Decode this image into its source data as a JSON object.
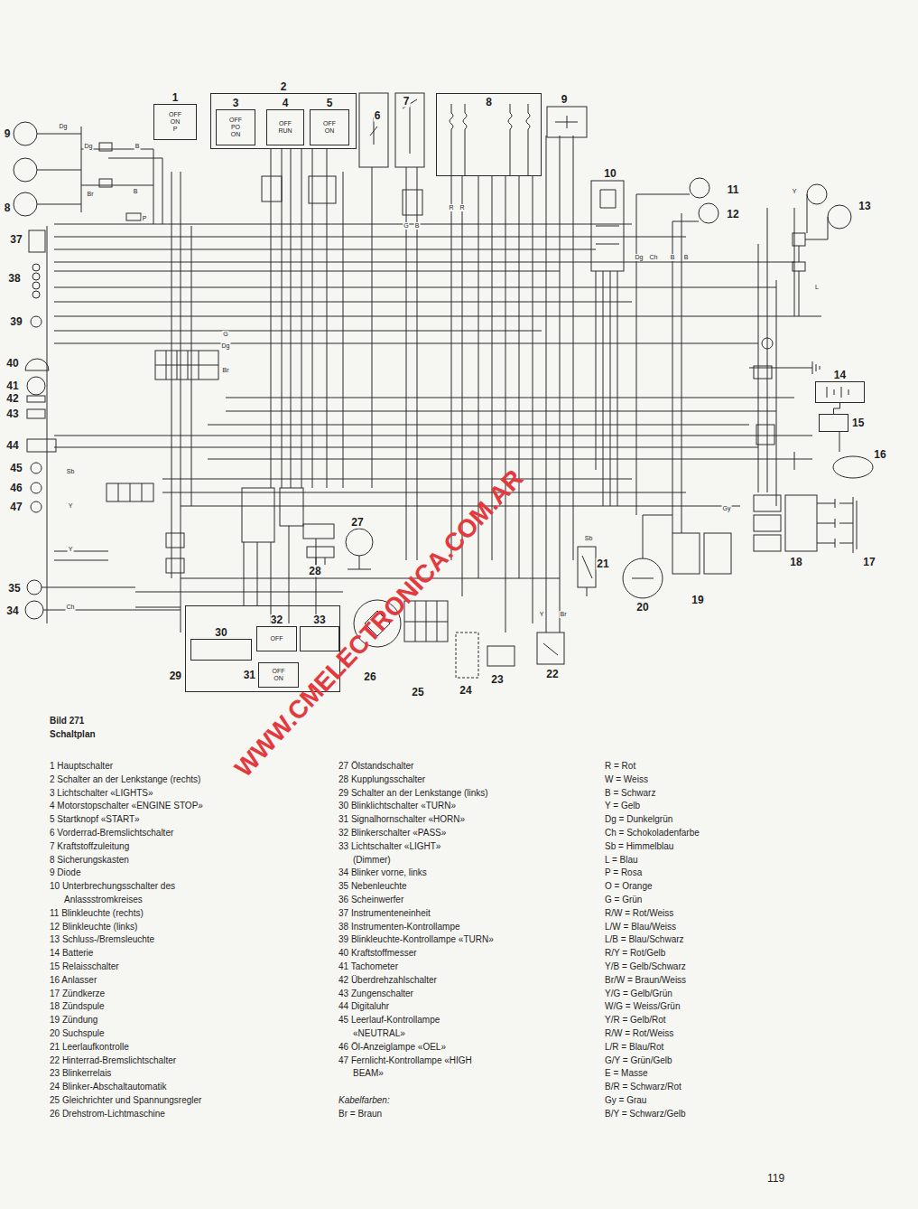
{
  "diagram": {
    "nodes": [
      {
        "text": [
          "1",
          "OFF",
          "ON",
          "P"
        ]
      },
      {
        "text": [
          "2"
        ]
      },
      {
        "text": [
          "3",
          "OFF",
          "PO",
          "ON"
        ],
        "in": 1
      },
      {
        "text": [
          "4",
          "OFF",
          "RUN"
        ],
        "in": 1
      },
      {
        "text": [
          "5",
          "OFF",
          "ON"
        ],
        "in": 1
      },
      {
        "text": [
          "8"
        ]
      },
      {
        "text": [
          "29"
        ]
      },
      {
        "text": [
          "30"
        ],
        "in": 6
      },
      {
        "text": [
          "31",
          "OFF",
          "ON"
        ],
        "in": 6
      },
      {
        "text": [
          "32",
          "OFF"
        ],
        "in": 6
      },
      {
        "text": [
          "33"
        ],
        "in": 6
      },
      {
        "text": [
          "14"
        ]
      },
      {
        "text": [
          "15"
        ]
      }
    ],
    "edges": [
      {
        "from": 11,
        "to": 12,
        "arrow": "none"
      }
    ],
    "labels": [
      "Bild 271",
      "Schaltplan",
      "1 Hauptschalter",
      "2 Schalter an der Lenkstange (rechts)",
      "3 Lichtschalter «LIGHTS»",
      "4 Motorstopschalter «ENGINE STOP»",
      "5 Startknopf «START»",
      "6 Vorderrad-Bremslichtschalter",
      "7 Kraftstoffzuleitung",
      "8 Sicherungskasten",
      "9 Diode",
      "10 Unterbrechungsschalter des Anlassstromkreises",
      "11 Blinkleuchte (rechts)",
      "12 Blinkleuchte (links)",
      "13 Schluss-/Bremsleuchte",
      "14 Batterie",
      "15 Relaisschalter",
      "16 Anlasser",
      "17 Zündkerze",
      "18 Zündspule",
      "19 Zündung",
      "20 Suchspule",
      "21 Leerlaufkontrolle",
      "22 Hinterrad-Bremslichtschalter",
      "23 Blinkerrelais",
      "24 Blinker-Abschaltautomatik",
      "25 Gleichrichter und Spannungsregler",
      "26 Drehstrom-Lichtmaschine",
      "27 Ölstandschalter",
      "28 Kupplungsschalter",
      "29 Schalter an der Lenkstange (links)",
      "30 Blinklichtschalter «TURN»",
      "31 Signalhornschalter «HORN»",
      "32 Blinkerschalter «PASS»",
      "33 Lichtschalter «LIGHT» (Dimmer)",
      "34 Blinker vorne, links",
      "35 Nebenleuchte",
      "36 Scheinwerfer",
      "37 Instrumenteneinheit",
      "38 Instrumenten-Kontrollampe",
      "39 Blinkleuchte-Kontrollampe «TURN»",
      "40 Kraftstoffmesser",
      "41 Tachometer",
      "42 Überdrehzahlschalter",
      "43 Zungenschalter",
      "44 Digitaluhr",
      "45 Leerlauf-Kontrollampe «NEUTRAL»",
      "46 Öl-Anzeiglampe «OEL»",
      "47 Fernlicht-Kontrollampe «HIGH BEAM»",
      "Kabelfarben:",
      "Br = Braun",
      "R = Rot",
      "W = Weiss",
      "B = Schwarz",
      "Y = Gelb",
      "Dg = Dunkelgrün",
      "Ch = Schokoladenfarbe",
      "Sb = Himmelblau",
      "L = Blau",
      "P = Rosa",
      "O = Orange",
      "G = Grün",
      "R/W = Rot/Weiss",
      "L/W = Blau/Weiss",
      "L/B = Blau/Schwarz",
      "R/Y = Rot/Gelb",
      "Y/B = Gelb/Schwarz",
      "Br/W = Braun/Weiss",
      "Y/G = Gelb/Grün",
      "W/G = Weiss/Grün",
      "Y/R = Gelb/Rot",
      "R/W = Rot/Weiss",
      "L/R = Blau/Rot",
      "G/Y = Grün/Gelb",
      "E = Masse",
      "B/R = Schwarz/Rot",
      "Gy = Grau",
      "B/Y = Schwarz/Gelb",
      "9",
      "8",
      "37",
      "38",
      "39",
      "40",
      "41",
      "42",
      "43",
      "44",
      "45",
      "46",
      "47",
      "35",
      "34",
      "6",
      "7",
      "9",
      "10",
      "11",
      "12",
      "13",
      "16",
      "17",
      "18",
      "19",
      "20",
      "21",
      "22",
      "23",
      "24",
      "25",
      "26",
      "27",
      "28",
      "Dg",
      "Dg",
      "B",
      "B",
      "Br",
      "P",
      "G",
      "Dg",
      "Br",
      "Sb",
      "Y",
      "Y",
      "Ch",
      "Y",
      "Br",
      "Sb",
      "Gy",
      "Dg",
      "Ch",
      "B",
      "B",
      "R",
      "R",
      "G",
      "B",
      "L",
      "Y",
      "WWW.CMELECTRONICA.COM.AR",
      "119"
    ]
  }
}
